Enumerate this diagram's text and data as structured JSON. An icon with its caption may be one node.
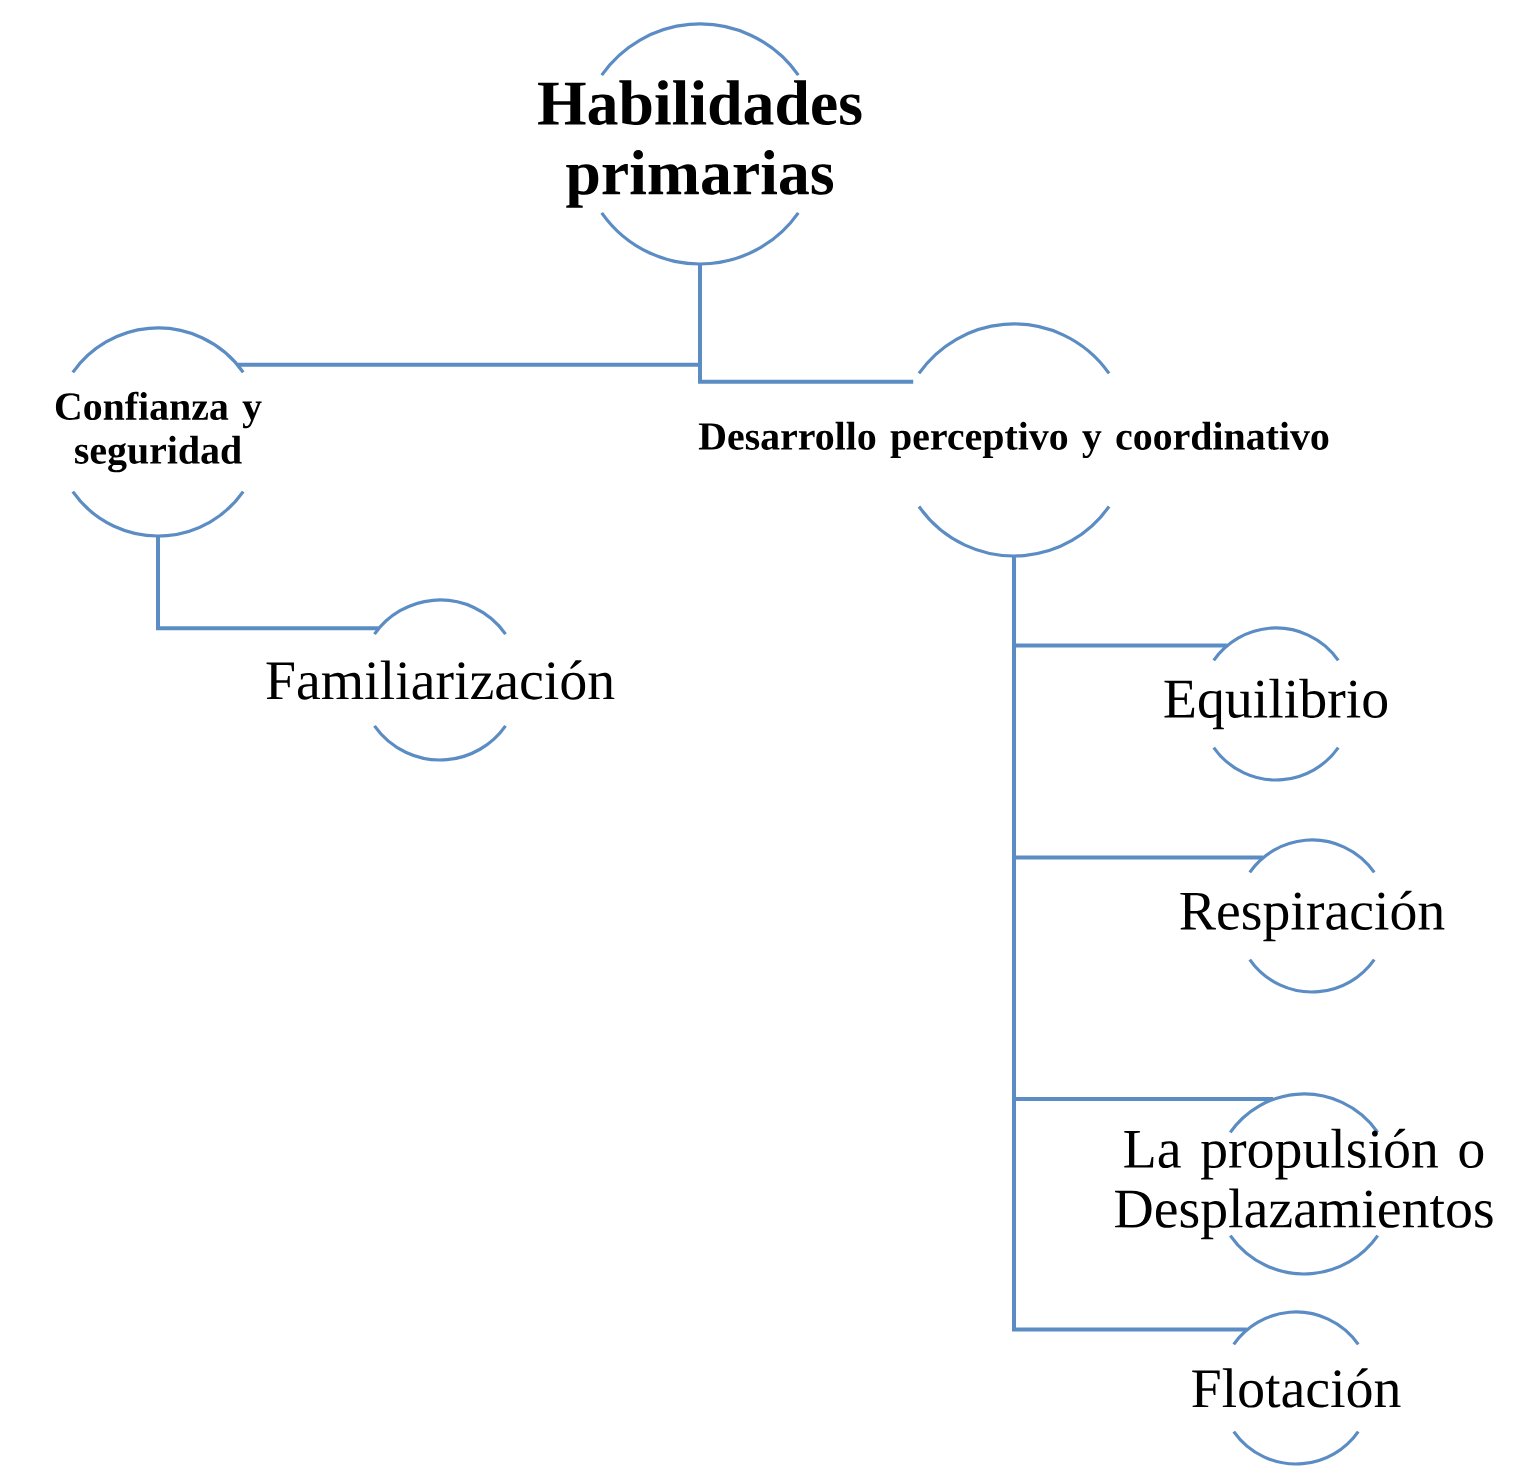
{
  "diagram": {
    "nodes": [
      {
        "text": [
          "Habilidades primarias"
        ]
      },
      {
        "text": [
          "Confianza y seguridad"
        ]
      },
      {
        "text": [
          "Desarrollo perceptivo y coordinativo"
        ]
      },
      {
        "text": [
          "Familiarización"
        ]
      },
      {
        "text": [
          "Equilibrio"
        ]
      },
      {
        "text": [
          "Respiración"
        ]
      },
      {
        "text": [
          "La propulsión o Desplazamientos"
        ]
      },
      {
        "text": [
          "Flotación"
        ]
      }
    ],
    "edges": [
      {
        "from": 0,
        "to": 1,
        "arrow": "none"
      },
      {
        "from": 0,
        "to": 2,
        "arrow": "none"
      },
      {
        "from": 1,
        "to": 3,
        "arrow": "none"
      },
      {
        "from": 2,
        "to": 4,
        "arrow": "none"
      },
      {
        "from": 2,
        "to": 5,
        "arrow": "none"
      },
      {
        "from": 2,
        "to": 6,
        "arrow": "none"
      },
      {
        "from": 2,
        "to": 7,
        "arrow": "none"
      }
    ]
  }
}
